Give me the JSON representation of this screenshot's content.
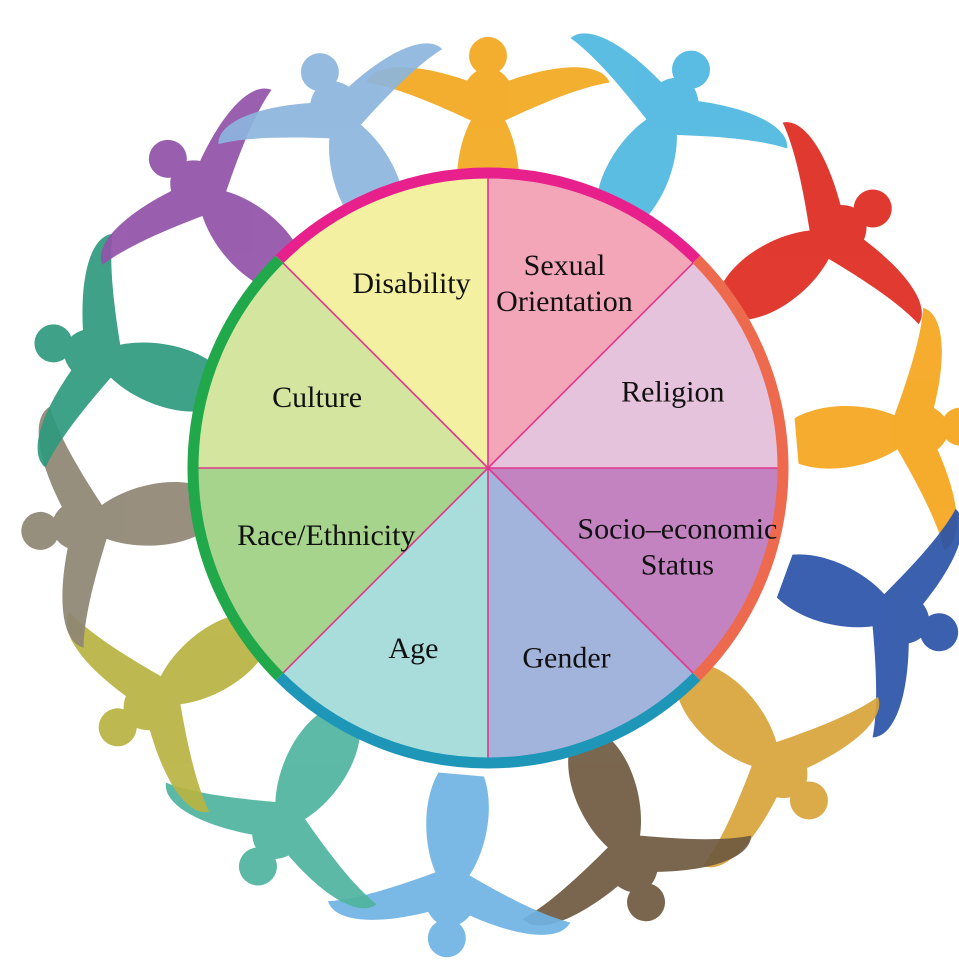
{
  "segments": [
    {
      "label_lines": [
        "Sexual",
        "Orientation"
      ],
      "color": "#F4A6B9"
    },
    {
      "label_lines": [
        "Religion"
      ],
      "color": "#E6C3DC"
    },
    {
      "label_lines": [
        "Socio–economic",
        "Status"
      ],
      "color": "#C383C0"
    },
    {
      "label_lines": [
        "Gender"
      ],
      "color": "#A3B4DC"
    },
    {
      "label_lines": [
        "Age"
      ],
      "color": "#A9DDDC"
    },
    {
      "label_lines": [
        "Race/Ethnicity"
      ],
      "color": "#A7D48D"
    },
    {
      "label_lines": [
        "Culture"
      ],
      "color": "#D3E59F"
    },
    {
      "label_lines": [
        "Disability"
      ],
      "color": "#F4F0A1"
    }
  ],
  "rim_colors": [
    "#E8208C",
    "#EE6A4F",
    "#1E96B7",
    "#20A84A"
  ],
  "divider_color": "#E0368D",
  "figures": [
    {
      "name": "figure-yellow-top",
      "color": "#F2A81E"
    },
    {
      "name": "figure-skyblue-top-right",
      "color": "#4DB7E0"
    },
    {
      "name": "figure-red-right",
      "color": "#DE2A1F"
    },
    {
      "name": "figure-orange-right",
      "color": "#F5A51C"
    },
    {
      "name": "figure-blue-right",
      "color": "#2A53A8"
    },
    {
      "name": "figure-ochre-bottom-right",
      "color": "#D8A33A"
    },
    {
      "name": "figure-dark-brown-bottom-right",
      "color": "#6F5A40"
    },
    {
      "name": "figure-light-blue-bottom",
      "color": "#6FB3E4"
    },
    {
      "name": "figure-teal-bottom-left",
      "color": "#4FB49E"
    },
    {
      "name": "figure-olive-left",
      "color": "#B8B341"
    },
    {
      "name": "figure-taupe-left",
      "color": "#8F8674"
    },
    {
      "name": "figure-green-teal-left",
      "color": "#2E9A7E"
    },
    {
      "name": "figure-purple-top-left",
      "color": "#9152A8"
    },
    {
      "name": "figure-pale-blue-top-left",
      "color": "#8CB5DD"
    }
  ]
}
